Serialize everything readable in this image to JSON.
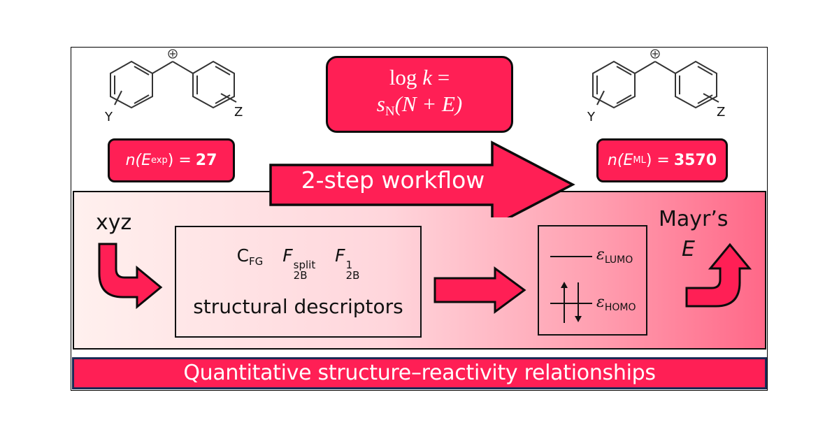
{
  "colors": {
    "accent": "#ff1f55",
    "outline": "#0b0b0b",
    "panel_gradient_start": "#fff0ee",
    "panel_gradient_end": "#ff6888",
    "banner_border": "#1a2a55",
    "text_dark": "#111111",
    "text_light": "#ffffff"
  },
  "molecules": {
    "left": {
      "charge": "+",
      "substituent_left": "Y",
      "substituent_right": "Z"
    },
    "right": {
      "charge": "+",
      "substituent_left": "Y",
      "substituent_right": "Z"
    }
  },
  "counts": {
    "experimental": {
      "prefix": "n(",
      "symbol": "E",
      "superscript": "exp",
      "suffix": ") =",
      "value": "27"
    },
    "machine_learning": {
      "prefix": "n(",
      "symbol": "E",
      "superscript": "ML",
      "suffix": ") =",
      "value": "3570"
    }
  },
  "equation": {
    "line1_log": "log",
    "line1_k": "k",
    "line1_eq": " =",
    "line2_s": "s",
    "line2_sub": "N",
    "line2_rest": "(N + E)"
  },
  "workflow_arrow": {
    "label": "2-step workflow"
  },
  "workflow": {
    "input_label": "xyz",
    "descriptors": {
      "symbols": [
        {
          "base": "C",
          "sub": "FG",
          "sup": ""
        },
        {
          "base": "F",
          "sub": "2B",
          "sup": "split"
        },
        {
          "base": "F",
          "sub": "2B",
          "sup": "1"
        }
      ],
      "label": "structural descriptors"
    },
    "orbitals": {
      "lumo": {
        "symbol": "ε",
        "sub": "LUMO"
      },
      "homo": {
        "symbol": "ε",
        "sub": "HOMO"
      }
    },
    "output_label": "Mayr’s",
    "output_symbol": "E"
  },
  "banner": {
    "text": "Quantitative structure–reactivity  relationships"
  }
}
